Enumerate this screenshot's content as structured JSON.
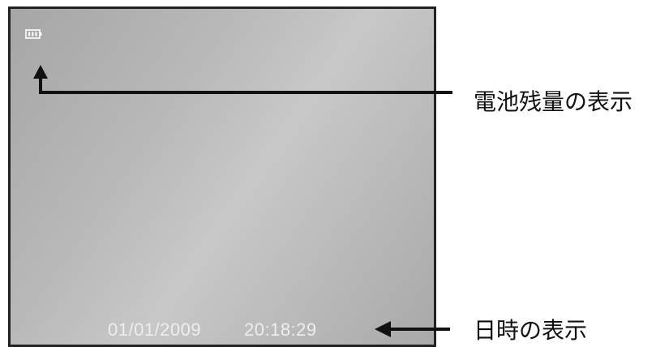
{
  "screen": {
    "date": "01/01/2009",
    "time": "20:18:29",
    "battery_icon": "battery-full-icon"
  },
  "callouts": {
    "battery_label": "電池残量の表示",
    "datetime_label": "日時の表示"
  }
}
